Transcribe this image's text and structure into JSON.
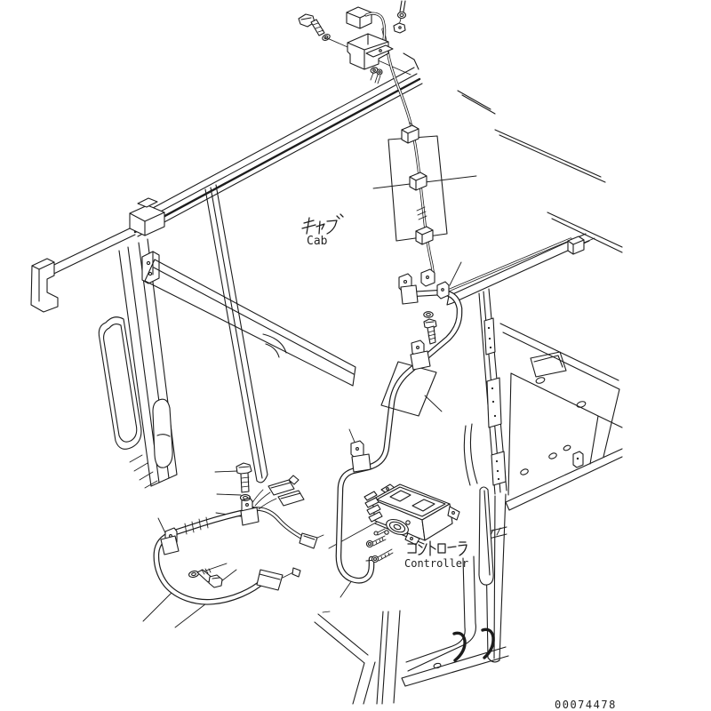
{
  "page": {
    "background": "#ffffff",
    "line_color": "#1c1c1c"
  },
  "labels": {
    "cab_ja": "キャブ",
    "cab_en": "Cab",
    "controller_ja": "コントローラ",
    "controller_en": "Controller"
  },
  "drawing_number": "00074478"
}
